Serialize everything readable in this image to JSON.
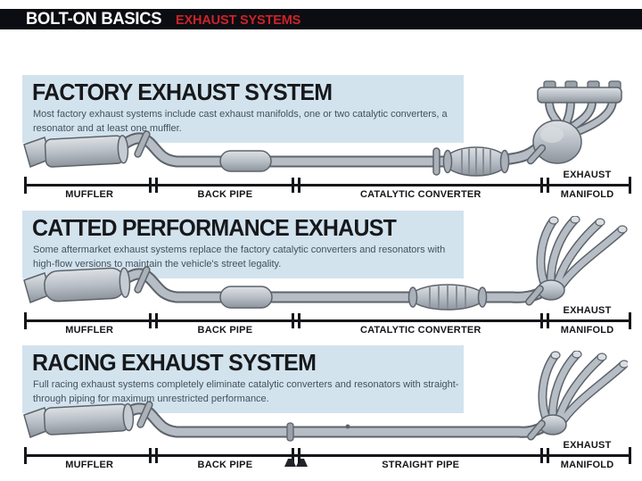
{
  "header": {
    "brand": "BOLT-ON BASICS",
    "topic": "EXHAUST SYSTEMS"
  },
  "sections": [
    {
      "title": "FACTORY EXHAUST SYSTEM",
      "description": "Most factory exhaust systems include cast exhaust manifolds, one or two catalytic converters, a resonator and at least one muffler.",
      "segments": {
        "s1": "MUFFLER",
        "s2": "BACK PIPE",
        "s3": "CATALYTIC CONVERTER",
        "s4_top": "EXHAUST",
        "s4_bottom": "MANIFOLD"
      }
    },
    {
      "title": "CATTED PERFORMANCE EXHAUST",
      "description": "Some aftermarket exhaust systems replace the factory catalytic converters and resonators with high-flow versions to maintain the vehicle's street legality.",
      "segments": {
        "s1": "MUFFLER",
        "s2": "BACK PIPE",
        "s3": "CATALYTIC CONVERTER",
        "s4_top": "EXHAUST",
        "s4_bottom": "MANIFOLD"
      }
    },
    {
      "title": "RACING EXHAUST SYSTEM",
      "description": "Full racing exhaust systems completely eliminate catalytic converters and resonators with straight-through piping for maximum unrestricted performance.",
      "segments": {
        "s1": "MUFFLER",
        "s2": "BACK PIPE",
        "s3": "STRAIGHT PIPE",
        "s4_top": "EXHAUST",
        "s4_bottom": "MANIFOLD"
      }
    }
  ],
  "colors": {
    "bar_black": "#0c0d12",
    "accent_red": "#cb2329",
    "panel_blue": "#d2e3ee",
    "line_black": "#15161a",
    "metal_gray": "#b7bdc5"
  }
}
